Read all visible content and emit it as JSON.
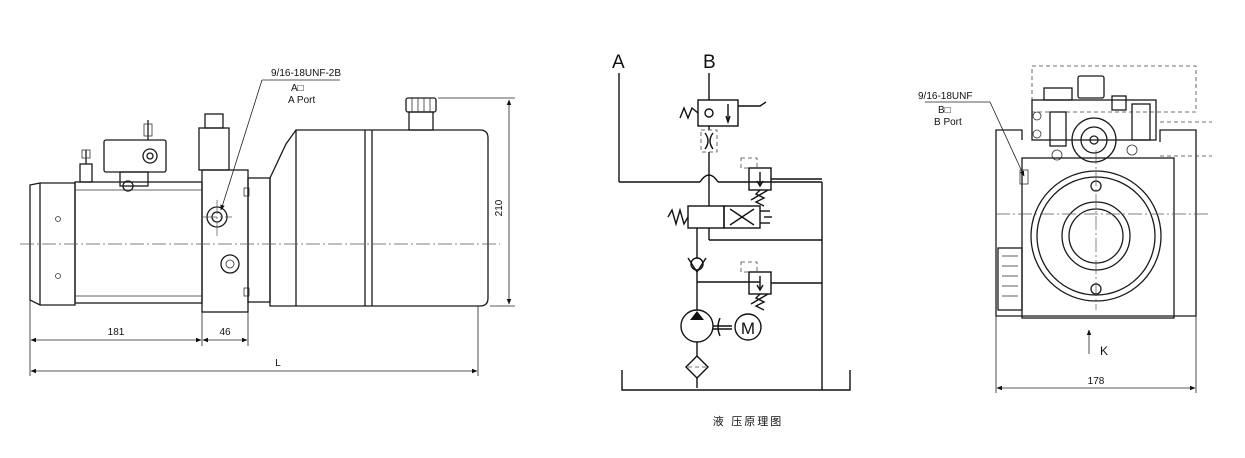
{
  "side_view": {
    "port_a_thread": "9/16-18UNF-2B",
    "port_a_code": "A□",
    "port_a_name": "A Port",
    "dim_motor": "181",
    "dim_block": "46",
    "dim_total": "L",
    "dim_height": "210"
  },
  "schematic": {
    "label_a": "A",
    "label_b": "B",
    "motor_symbol": "M",
    "caption": "液 压原理图"
  },
  "front_view": {
    "port_b_thread": "9/16-18UNF",
    "port_b_code": "B□",
    "port_b_name": "B Port",
    "view_label": "K",
    "dim_width": "178"
  }
}
